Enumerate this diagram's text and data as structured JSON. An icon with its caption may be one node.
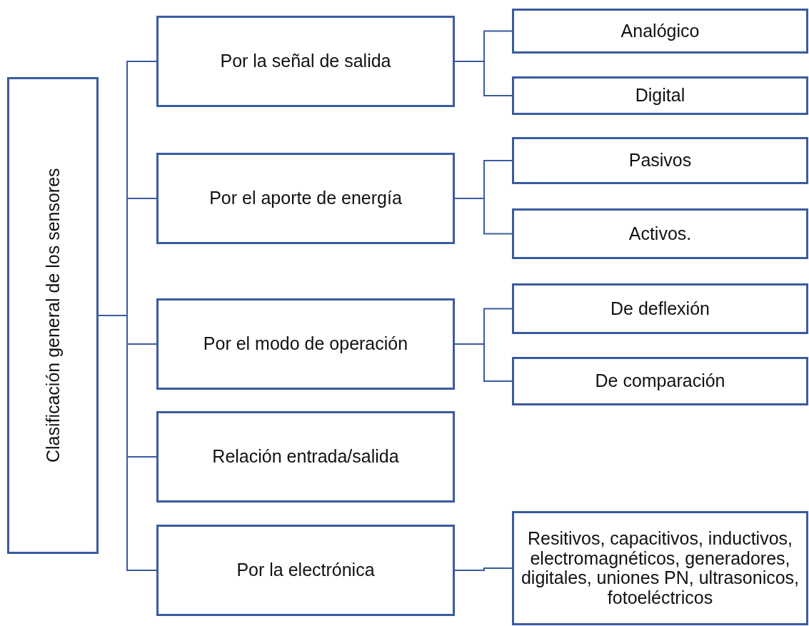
{
  "diagram": {
    "nodes": [
      {
        "text": [
          "Clasificación general de los sensores"
        ]
      },
      {
        "text": [
          "Por la señal de salida"
        ]
      },
      {
        "text": [
          "Analógico"
        ]
      },
      {
        "text": [
          "Digital"
        ]
      },
      {
        "text": [
          "Por  el aporte de energía"
        ]
      },
      {
        "text": [
          "Pasivos"
        ]
      },
      {
        "text": [
          "Activos."
        ]
      },
      {
        "text": [
          "Por el modo de operación"
        ]
      },
      {
        "text": [
          "De deflexión"
        ]
      },
      {
        "text": [
          "De comparación"
        ]
      },
      {
        "text": [
          "Relación entrada/salida"
        ]
      },
      {
        "text": [
          "Por la electrónica"
        ]
      },
      {
        "text": [
          "Resitivos, capacitivos, inductivos, electromagnéticos, generadores, digitales, uniones PN, ultrasonicos, fotoeléctricos"
        ]
      }
    ],
    "edges": [
      {
        "from": 0,
        "to": 1,
        "arrow": "none"
      },
      {
        "from": 0,
        "to": 4,
        "arrow": "none"
      },
      {
        "from": 0,
        "to": 7,
        "arrow": "none"
      },
      {
        "from": 0,
        "to": 10,
        "arrow": "none"
      },
      {
        "from": 0,
        "to": 11,
        "arrow": "none"
      },
      {
        "from": 1,
        "to": 2,
        "arrow": "none"
      },
      {
        "from": 1,
        "to": 3,
        "arrow": "none"
      },
      {
        "from": 4,
        "to": 5,
        "arrow": "none"
      },
      {
        "from": 4,
        "to": 6,
        "arrow": "none"
      },
      {
        "from": 7,
        "to": 8,
        "arrow": "none"
      },
      {
        "from": 7,
        "to": 9,
        "arrow": "none"
      },
      {
        "from": 11,
        "to": 12,
        "arrow": "none"
      }
    ]
  }
}
